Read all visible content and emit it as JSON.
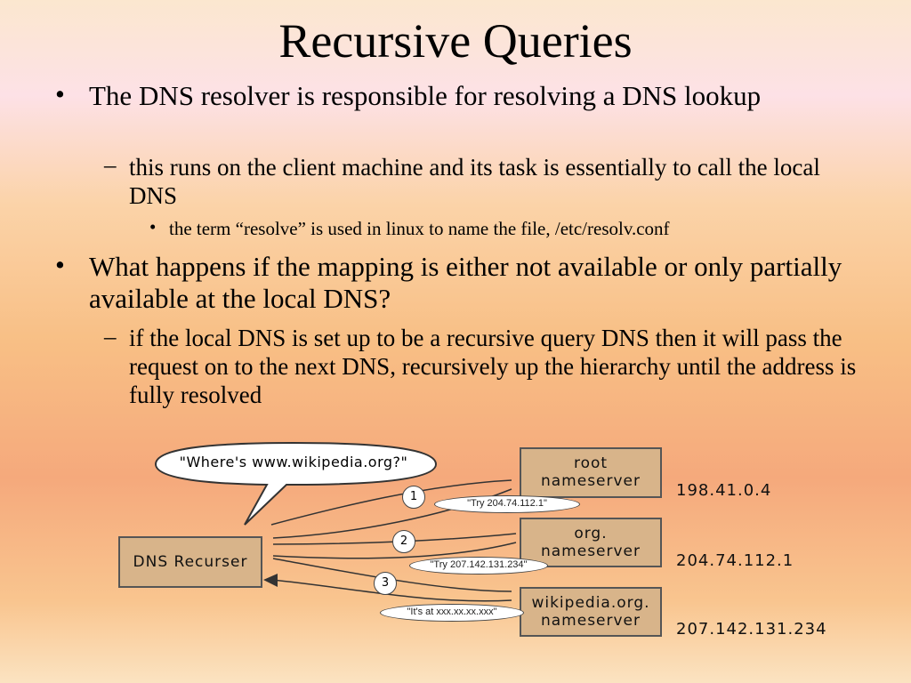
{
  "slide": {
    "title": "Recursive Queries",
    "bullets": [
      {
        "level": 1,
        "marker": "•",
        "text": "The DNS resolver is responsible for resolving a DNS lookup"
      },
      {
        "level": 2,
        "marker": "–",
        "text": "this runs on the client machine and its task is essentially to call the local DNS"
      },
      {
        "level": 3,
        "marker": "•",
        "text": "the term “resolve” is used in linux to name the file, /etc/resolv.conf"
      },
      {
        "level": 1,
        "marker": "•",
        "text": "What happens if the mapping is either not available or only partially available at the local DNS?"
      },
      {
        "level": 2,
        "marker": "–",
        "text": "if the local DNS is set up to be a recursive query DNS then it will pass the request on to the next DNS, recursively up the hierarchy until the address is fully resolved"
      }
    ]
  },
  "diagram": {
    "speech": "\"Where's www.wikipedia.org?\"",
    "recurser": "DNS Recurser",
    "servers": [
      {
        "name_line1": "root",
        "name_line2": "nameserver",
        "ip": "198.41.0.4"
      },
      {
        "name_line1": "org.",
        "name_line2": "nameserver",
        "ip": "204.74.112.1"
      },
      {
        "name_line1": "wikipedia.org.",
        "name_line2": "nameserver",
        "ip": "207.142.131.234"
      }
    ],
    "steps": [
      "1",
      "2",
      "3"
    ],
    "replies": [
      "\"Try 204.74.112.1\"",
      "\"Try 207.142.131.234\"",
      "\"It's at xxx.xx.xx.xxx\""
    ]
  }
}
